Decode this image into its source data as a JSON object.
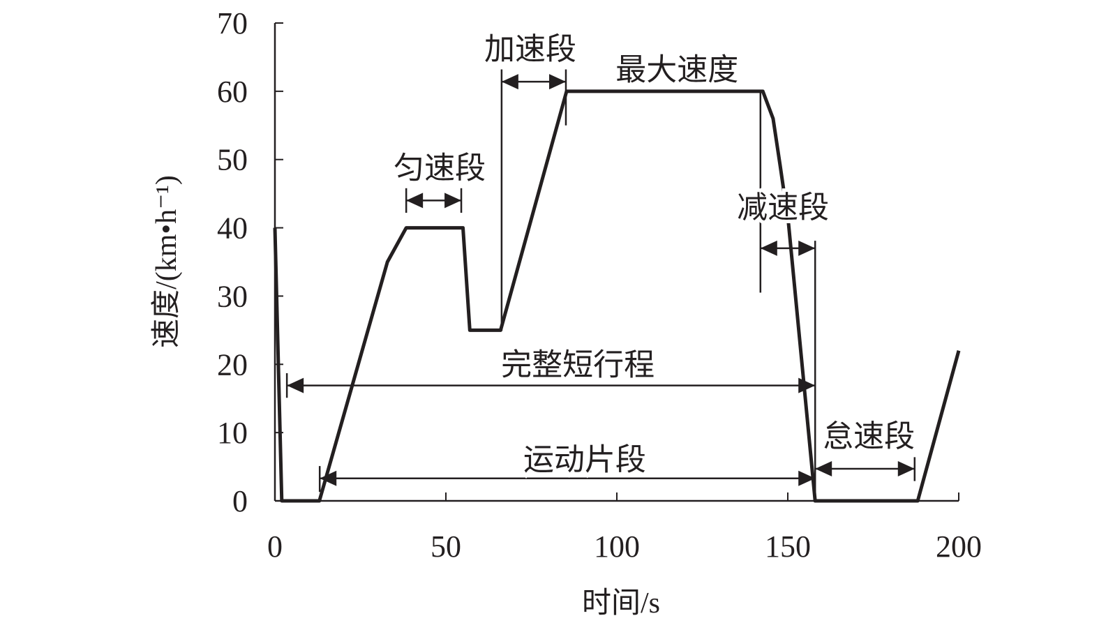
{
  "chart_data": {
    "type": "line",
    "title": "",
    "xlabel": "时间/s",
    "ylabel": "速度/(km•h⁻¹)",
    "xlim": [
      0,
      200
    ],
    "ylim": [
      0,
      70
    ],
    "xticks": [
      0,
      50,
      100,
      150,
      200
    ],
    "xtick_labels": [
      "0",
      "50",
      "100",
      "150",
      "200"
    ],
    "yticks": [
      0,
      10,
      20,
      30,
      40,
      50,
      60,
      70
    ],
    "ytick_labels": [
      "0",
      "10",
      "20",
      "30",
      "40",
      "50",
      "60",
      "70"
    ],
    "grid": false,
    "series": [
      {
        "name": "speed",
        "color": "#231f20",
        "x": [
          0,
          2,
          13,
          32.9,
          38.4,
          55,
          57,
          66,
          85.3,
          142.7,
          145.7,
          147.8,
          150.2,
          158,
          188,
          200
        ],
        "y": [
          40,
          0,
          0,
          35,
          40,
          40,
          25,
          25,
          60,
          60,
          56,
          49,
          40.7,
          0,
          0,
          22
        ]
      }
    ],
    "annotations": [
      {
        "label": "匀速段",
        "text_x": 48.2,
        "text_y": 48.8,
        "x1": 38.4,
        "x2": 54.5,
        "y": 44.0,
        "guides": [
          {
            "x": 38.4,
            "y1": 42.2,
            "y2": 45.8
          },
          {
            "x": 54.5,
            "y1": 42.2,
            "y2": 45.8
          }
        ],
        "arrows": "both"
      },
      {
        "label": "加速段",
        "text_x": 74.7,
        "text_y": 66.2,
        "x1": 66.3,
        "x2": 85.1,
        "y": 61.4,
        "guides": [
          {
            "x": 66.3,
            "y1": 24.9,
            "y2": 63.2
          },
          {
            "x": 85.1,
            "y1": 55,
            "y2": 63.2
          }
        ],
        "arrows": "both"
      },
      {
        "label": "最大速度",
        "text_x": 117.6,
        "text_y": 63.2,
        "guides": []
      },
      {
        "label": "减速段",
        "text_x": 148.6,
        "text_y": 43.0,
        "x1": 142.0,
        "x2": 158.0,
        "y": 37.0,
        "guides": [
          {
            "x": 142.0,
            "y1": 30.5,
            "y2": 60
          },
          {
            "x": 158.0,
            "y1": 0,
            "y2": 38.1
          }
        ],
        "arrows": "both"
      },
      {
        "label": "完整短行程",
        "text_x": 88.6,
        "text_y": 20.0,
        "x1": 3.5,
        "x2": 158.0,
        "y": 16.9,
        "guides": [
          {
            "x": 3.5,
            "y1": 15.1,
            "y2": 18.7
          }
        ],
        "arrows": "both"
      },
      {
        "label": "运动片段",
        "text_x": 90.6,
        "text_y": 6.1,
        "x1": 13.1,
        "x2": 158.0,
        "y": 3.3,
        "guides": [
          {
            "x": 13.1,
            "y1": 1.3,
            "y2": 5.1
          }
        ],
        "arrows": "both"
      },
      {
        "label": "怠速段",
        "text_x": 173.7,
        "text_y": 9.5,
        "x1": 158.0,
        "x2": 187.1,
        "y": 4.7,
        "guides": [
          {
            "x": 187.1,
            "y1": 2.9,
            "y2": 6.4
          }
        ],
        "arrows": "both"
      }
    ]
  }
}
